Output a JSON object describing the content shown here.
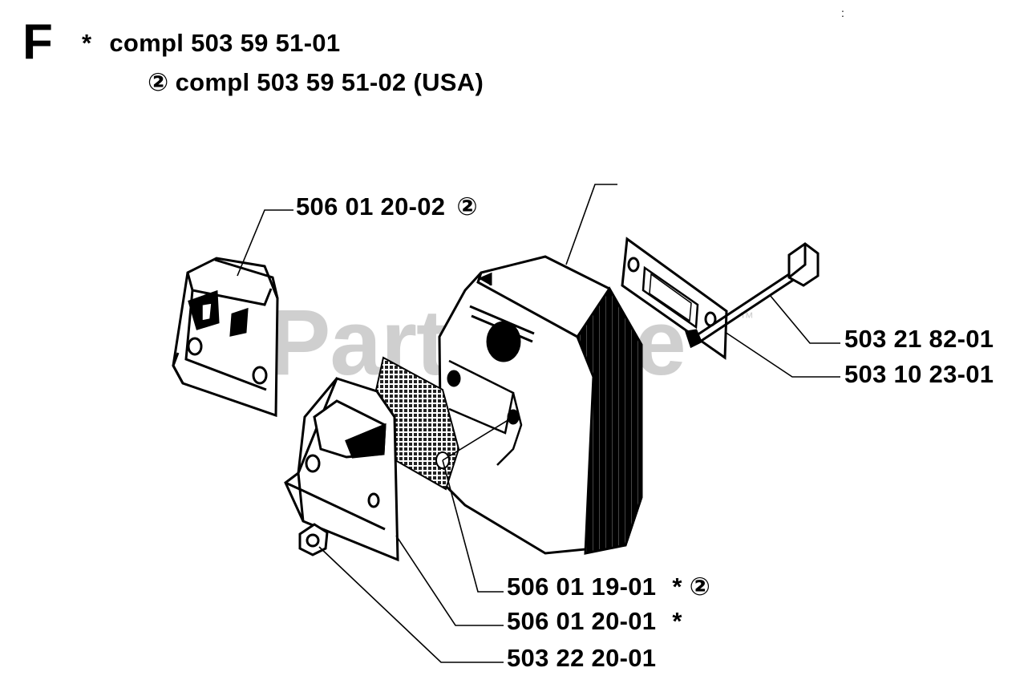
{
  "header": {
    "section_letter": "F",
    "kit_line_1": {
      "marker": "*",
      "text": "compl 503 59 51-01"
    },
    "kit_line_2": {
      "marker": "②",
      "text": "compl 503 59 51-02 (USA)"
    },
    "stray_mark": ":"
  },
  "watermark": {
    "text": "PartsTree",
    "tm": "™"
  },
  "parts": [
    {
      "number": "506 01 20-02",
      "marks": "②"
    },
    {
      "number": "503 21 82-01",
      "marks": ""
    },
    {
      "number": "503 10 23-01",
      "marks": ""
    },
    {
      "number": "506 01 19-01",
      "marks": "*  ②"
    },
    {
      "number": "506 01 20-01",
      "marks": "*"
    },
    {
      "number": "503 22 20-01",
      "marks": ""
    }
  ]
}
